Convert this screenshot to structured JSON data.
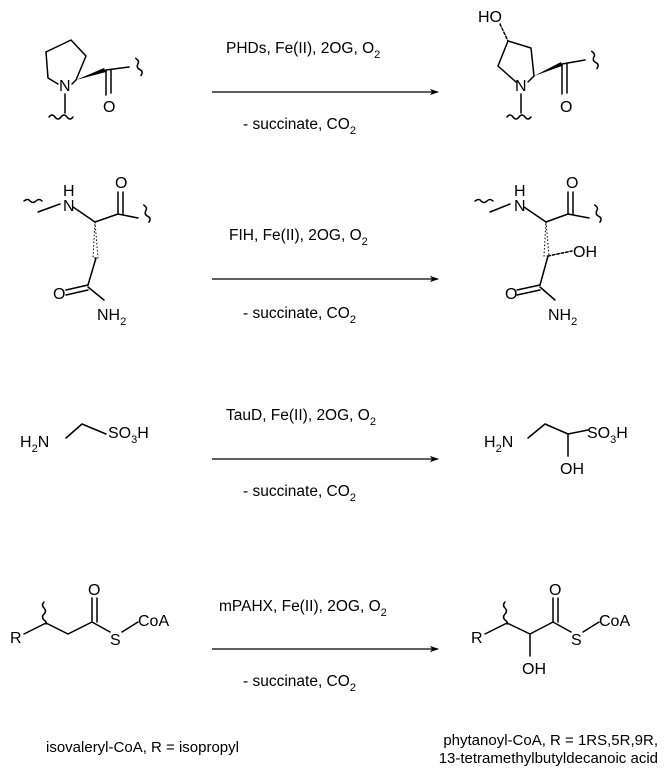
{
  "reactions": [
    {
      "enzyme": "PHDs",
      "cofactors": ", Fe(II), 2OG, O",
      "o2_sub": "2",
      "byproduct_main": "- succinate, CO",
      "co2_sub": "2",
      "product_label": "HO"
    },
    {
      "enzyme": "FIH",
      "cofactors": ", Fe(II), 2OG, O",
      "o2_sub": "2",
      "byproduct_main": "- succinate, CO",
      "co2_sub": "2",
      "substrate_labels": {
        "nh": "H",
        "n": "N",
        "o_top": "O",
        "o_amide": "O",
        "nh2": "NH",
        "nh2_sub": "2"
      },
      "product_labels": {
        "nh": "H",
        "n": "N",
        "o_top": "O",
        "oh": "OH",
        "o_amide": "O",
        "nh2": "NH",
        "nh2_sub": "2"
      }
    },
    {
      "enzyme": "TauD",
      "cofactors": ", Fe(II), 2OG, O",
      "o2_sub": "2",
      "byproduct_main": "- succinate, CO",
      "co2_sub": "2",
      "substrate_labels": {
        "h2n_h": "H",
        "h2n_sub": "2",
        "h2n_n": "N",
        "so3h_a": "SO",
        "so3h_sub": "3",
        "so3h_b": "H"
      },
      "product_labels": {
        "h2n_h": "H",
        "h2n_sub": "2",
        "h2n_n": "N",
        "so3h_a": "SO",
        "so3h_sub": "3",
        "so3h_b": "H",
        "oh": "OH"
      }
    },
    {
      "enzyme": "mPAHX",
      "cofactors": ", Fe(II), 2OG, O",
      "o2_sub": "2",
      "byproduct_main": "- succinate, CO",
      "co2_sub": "2",
      "substrate_labels": {
        "r": "R",
        "o": "O",
        "s": "S",
        "coa": "CoA"
      },
      "product_labels": {
        "r": "R",
        "o": "O",
        "s": "S",
        "coa": "CoA",
        "oh": "OH"
      }
    }
  ],
  "ring_labels": {
    "n": "N",
    "o": "O"
  },
  "footnotes": {
    "left": "isovaleryl-CoA, R = isopropyl",
    "right_line1": "phytanoyl-CoA, R = 1RS,5R,9R,",
    "right_line2": "13-tetramethylbutyldecanoic acid"
  }
}
